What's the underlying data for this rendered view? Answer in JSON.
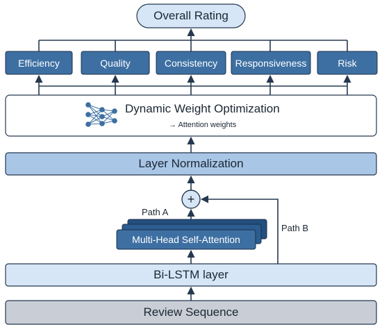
{
  "output": {
    "label": "Overall Rating"
  },
  "criteria": [
    {
      "id": "efficiency",
      "label": "Efficiency"
    },
    {
      "id": "quality",
      "label": "Quality"
    },
    {
      "id": "consistency",
      "label": "Consistency"
    },
    {
      "id": "responsiveness",
      "label": "Responsiveness"
    },
    {
      "id": "risk",
      "label": "Risk"
    }
  ],
  "dwo": {
    "title": "Dynamic Weight Optimization",
    "subtitle": "→ Attention weights",
    "icon": "neural-network-icon"
  },
  "layer_norm": {
    "label": "Layer Normalization"
  },
  "residual": {
    "symbol": "+",
    "path_a": "Path A",
    "path_b": "Path B"
  },
  "attention": {
    "label": "Multi-Head Self-Attention"
  },
  "bilstm": {
    "label": "Bi-LSTM layer"
  },
  "input": {
    "label": "Review Sequence"
  },
  "colors": {
    "dark_blue": "#3d6fa2",
    "medium_blue": "#a9c6e6",
    "light_blue": "#d6e6f6",
    "gray": "#c9ced6",
    "stroke": "#25384f",
    "text": "#1b2733"
  }
}
